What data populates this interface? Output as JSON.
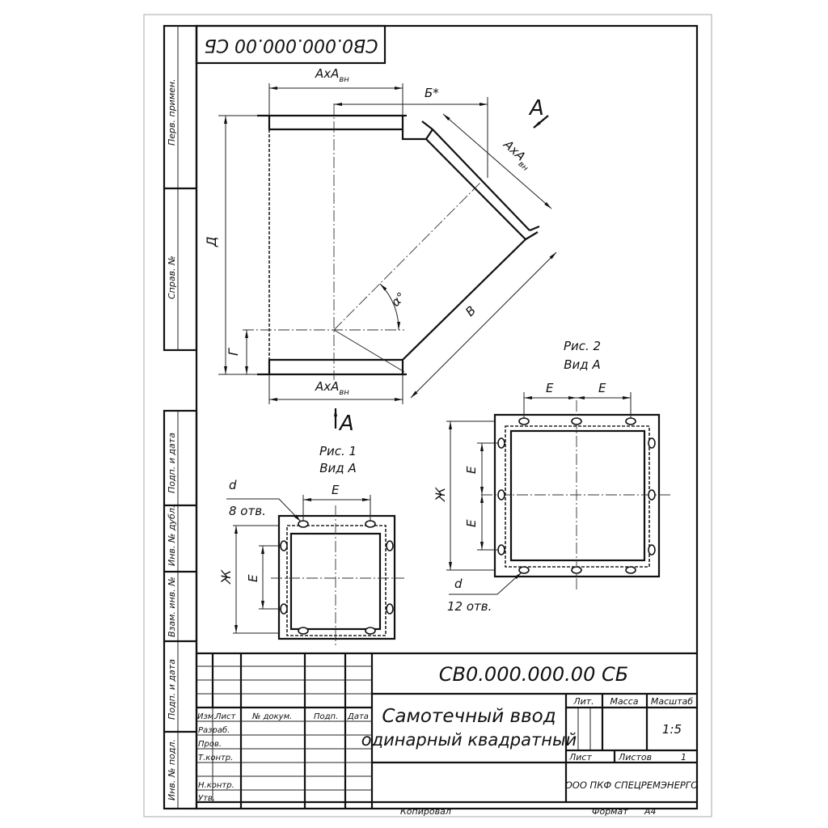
{
  "drawing": {
    "code_rotated": "СВ0.000.000.00 СБ",
    "code": "СВ0.000.000.00 СБ",
    "title_line1": "Самотечный ввод",
    "title_line2": "одинарный квадратный",
    "organization": "ООО ПКФ СПЕЦРЕМЭНЕРГО",
    "scale": "1:5",
    "sheets_total": "1",
    "copied_label": "Копировал",
    "format_label": "Формат",
    "format_value": "А4"
  },
  "side_strip": {
    "perv_primen": "Перв. примен.",
    "sprav_no": "Справ. №",
    "podp_data_1": "Подп. и дата",
    "inv_dubl": "Инв. № дубл.",
    "vzam_inv": "Взам. инв. №",
    "podp_data_2": "Подп. и дата",
    "inv_podl": "Инв. № подл."
  },
  "title_block": {
    "col_izm": "Изм.",
    "col_list": "Лист",
    "col_doc": "№ докум.",
    "col_podp": "Подп.",
    "col_data": "Дата",
    "row_razrab": "Разраб.",
    "row_prov": "Пров.",
    "row_tkontr": "Т.контр.",
    "row_nkontr": "Н.контр.",
    "row_utv": "Утв.",
    "lit": "Лит.",
    "massa": "Масса",
    "masshtab": "Масштаб",
    "list": "Лист",
    "listov": "Листов"
  },
  "dimensions": {
    "axa_top": "АхА",
    "axa_sub": "вн",
    "b_star": "Б*",
    "axa_branch": "АхА",
    "d_height": "Д",
    "g": "Г",
    "alpha": "α°",
    "v": "В",
    "axa_bottom": "АхА",
    "view_a_top": "А",
    "view_a_bottom": "А"
  },
  "fig1": {
    "caption": "Рис. 1",
    "view": "Вид А",
    "d": "d",
    "holes": "8 отв.",
    "e_top": "Е",
    "e_side": "Е",
    "zh": "Ж"
  },
  "fig2": {
    "caption": "Рис. 2",
    "view": "Вид А",
    "e_top_left": "Е",
    "e_top_right": "Е",
    "e_side_top": "Е",
    "e_side_bottom": "Е",
    "zh": "Ж",
    "d": "d",
    "holes": "12 отв."
  }
}
